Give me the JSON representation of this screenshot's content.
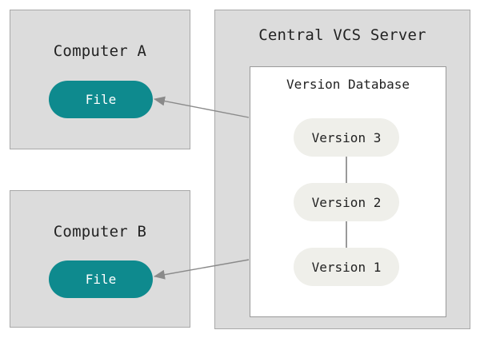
{
  "computer_a": {
    "title": "Computer A",
    "file_label": "File"
  },
  "computer_b": {
    "title": "Computer B",
    "file_label": "File"
  },
  "server": {
    "title": "Central VCS Server",
    "database": {
      "title": "Version Database",
      "versions": [
        "Version 3",
        "Version 2",
        "Version 1"
      ]
    }
  },
  "colors": {
    "box_fill": "#dcdcdc",
    "file_fill": "#0e8a8e",
    "version_fill": "#efefea",
    "arrow": "#8a8a8a"
  }
}
